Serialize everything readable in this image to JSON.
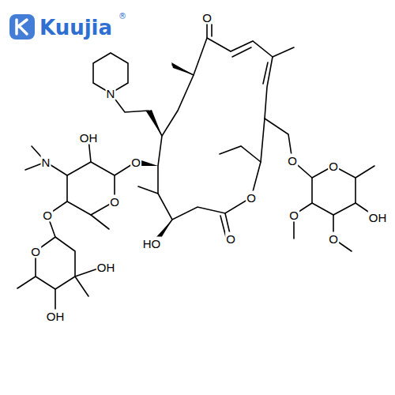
{
  "diagram": {
    "labels": [
      "Kuujia",
      "®",
      "O",
      "N",
      "OH",
      "N",
      "O",
      "O",
      "O",
      "O",
      "OH",
      "OH",
      "HO",
      "O",
      "O",
      "O",
      "O",
      "OH",
      "O",
      "O"
    ]
  }
}
